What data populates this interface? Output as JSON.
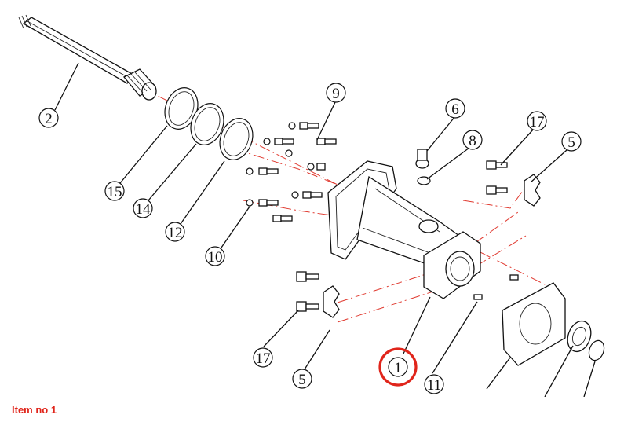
{
  "callouts": [
    {
      "id": "c2",
      "label": "2"
    },
    {
      "id": "c15",
      "label": "15"
    },
    {
      "id": "c14",
      "label": "14"
    },
    {
      "id": "c12",
      "label": "12"
    },
    {
      "id": "c10",
      "label": "10"
    },
    {
      "id": "c9",
      "label": "9"
    },
    {
      "id": "c6",
      "label": "6"
    },
    {
      "id": "c8",
      "label": "8"
    },
    {
      "id": "c17a",
      "label": "17"
    },
    {
      "id": "c5a",
      "label": "5"
    },
    {
      "id": "c17b",
      "label": "17"
    },
    {
      "id": "c5b",
      "label": "5"
    },
    {
      "id": "c1",
      "label": "1"
    },
    {
      "id": "c11",
      "label": "11"
    }
  ],
  "highlight": {
    "item": "1",
    "color": "#e0251b"
  },
  "caption": "Item no 1"
}
